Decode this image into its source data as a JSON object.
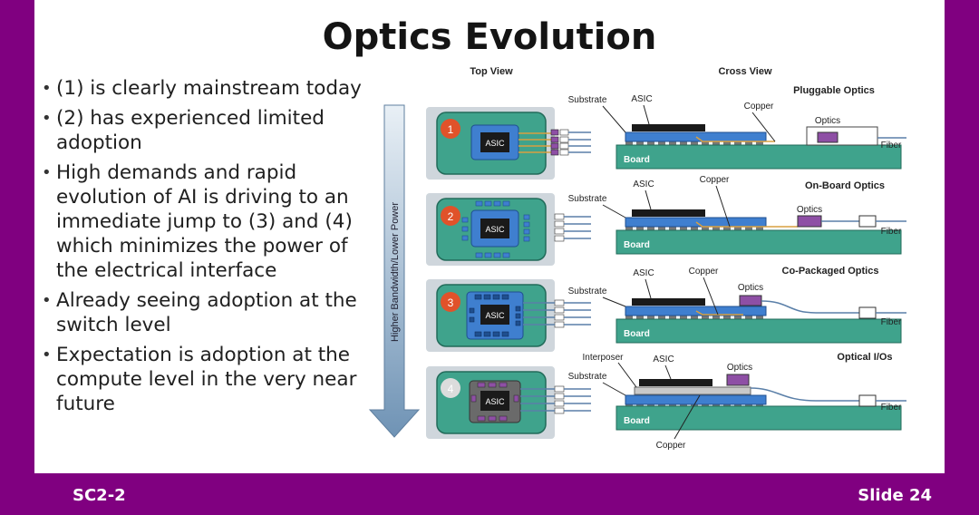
{
  "slide": {
    "title": "Optics Evolution",
    "bullets": [
      "(1) is clearly mainstream today",
      "(2) has experienced limited adoption",
      "High demands and rapid evolution of AI is driving to an immediate jump to (3) and (4) which minimizes the power of the electrical interface",
      "Already seeing adoption at the switch level",
      "Expectation is adoption at the compute level in the very near future"
    ],
    "footer_left": "SC2-2",
    "footer_right": "Slide 24"
  },
  "diagram": {
    "top_view_label": "Top View",
    "cross_view_label": "Cross View",
    "arrow_label": "Higher Bandwidth/Lower Power",
    "rows": [
      {
        "number": "1",
        "chip": "ASIC",
        "title": "Pluggable Optics",
        "labels": {
          "substrate": "Substrate",
          "asic": "ASIC",
          "copper": "Copper",
          "optics": "Optics",
          "fiber": "Fiber",
          "board": "Board"
        }
      },
      {
        "number": "2",
        "chip": "ASIC",
        "title": "On-Board Optics",
        "labels": {
          "substrate": "Substrate",
          "asic": "ASIC",
          "copper": "Copper",
          "optics": "Optics",
          "fiber": "Fiber",
          "board": "Board"
        }
      },
      {
        "number": "3",
        "chip": "ASIC",
        "title": "Co-Packaged Optics",
        "labels": {
          "substrate": "Substrate",
          "asic": "ASIC",
          "copper": "Copper",
          "optics": "Optics",
          "fiber": "Fiber",
          "board": "Board"
        }
      },
      {
        "number": "4",
        "chip": "ASIC",
        "title": "Optical I/Os",
        "labels": {
          "interposer": "Interposer",
          "substrate": "Substrate",
          "asic": "ASIC",
          "copper": "Copper",
          "optics": "Optics",
          "fiber": "Fiber",
          "board": "Board"
        }
      }
    ],
    "colors": {
      "board": "#3fa38c",
      "substrate": "#3f7fcf",
      "chip": "#141414",
      "optics": "#8e4fa5",
      "badge": "#e0522a",
      "badge_4": "#dcdcdc",
      "panel": "#cfd6dc",
      "accent": "#800080"
    }
  }
}
